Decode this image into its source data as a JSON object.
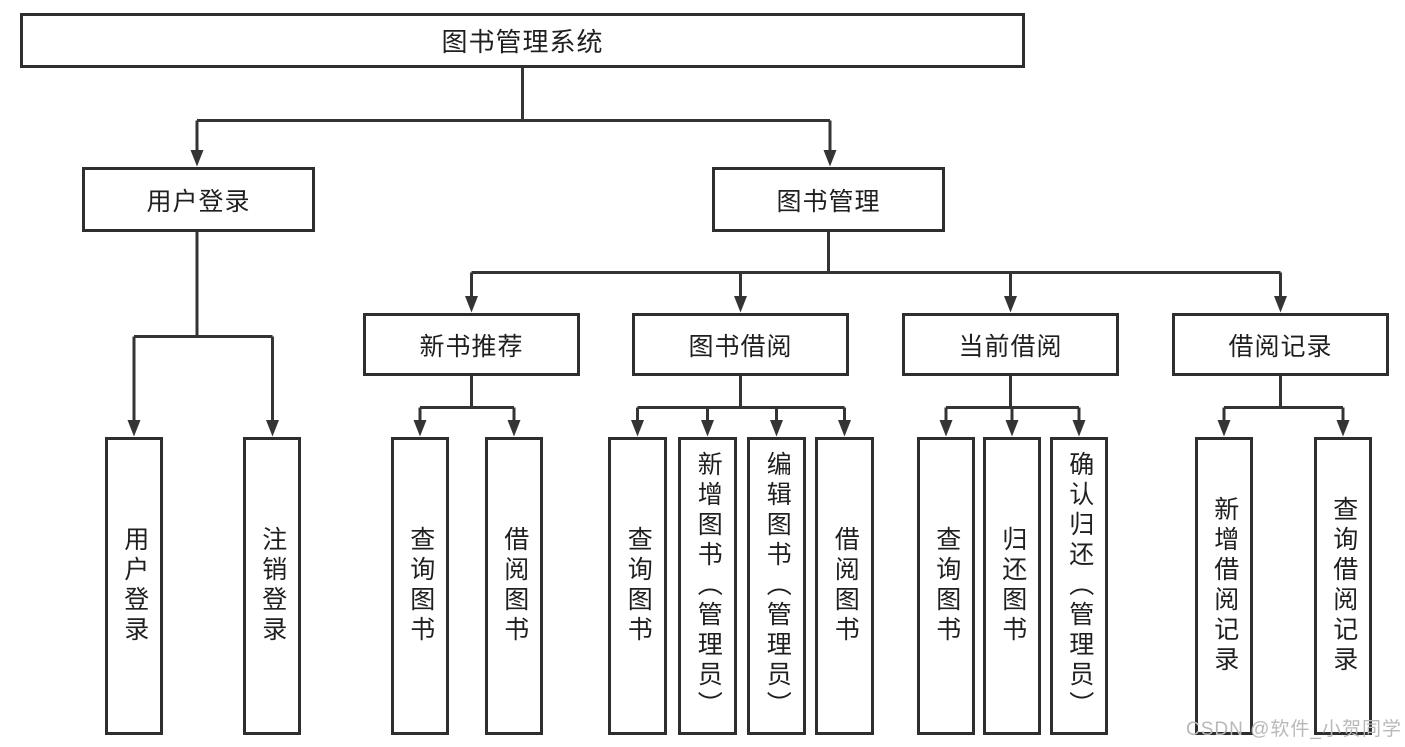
{
  "diagram_type": "functional-structure-tree",
  "colors": {
    "background": "#ffffff",
    "line": "#343434",
    "box_border": "#2e2e2e",
    "box_fill": "#ffffff",
    "text": "#1f1f1f",
    "watermark": "#b9b9b9"
  },
  "watermark": {
    "text": "CSDN @软件_小贺同学"
  },
  "tree": {
    "root": {
      "label": "图书管理系统"
    },
    "branches": [
      {
        "label": "用户登录",
        "leaves": [
          {
            "label": "用户登录"
          },
          {
            "label": "注销登录"
          }
        ]
      },
      {
        "label": "图书管理",
        "groups": [
          {
            "label": "新书推荐",
            "leaves": [
              {
                "label": "查询图书"
              },
              {
                "label": "借阅图书"
              }
            ]
          },
          {
            "label": "图书借阅",
            "leaves": [
              {
                "label": "查询图书"
              },
              {
                "label": "新增图书（管理员）"
              },
              {
                "label": "编辑图书（管理员）"
              },
              {
                "label": "借阅图书"
              }
            ]
          },
          {
            "label": "当前借阅",
            "leaves": [
              {
                "label": "查询图书"
              },
              {
                "label": "归还图书"
              },
              {
                "label": "确认归还（管理员）"
              }
            ]
          },
          {
            "label": "借阅记录",
            "leaves": [
              {
                "label": "新增借阅记录"
              },
              {
                "label": "查询借阅记录"
              }
            ]
          }
        ]
      }
    ]
  }
}
